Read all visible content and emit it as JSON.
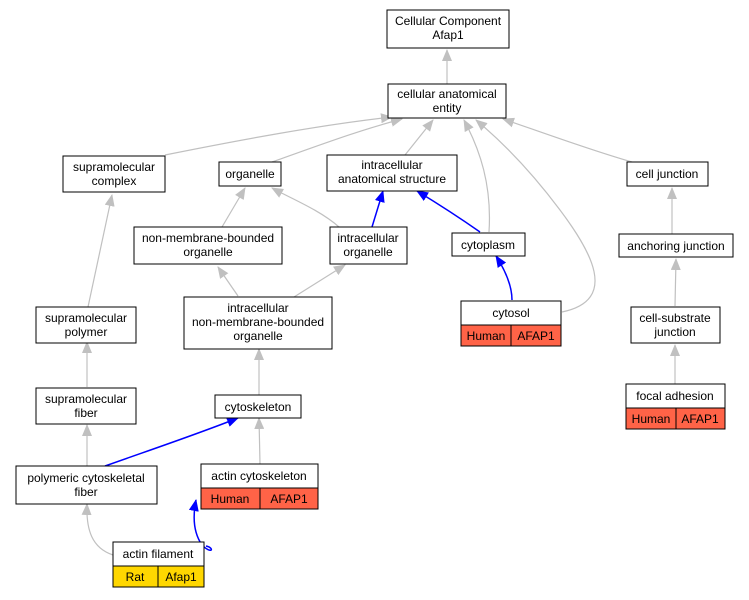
{
  "colors": {
    "edge_default": "#c0c0c0",
    "edge_highlight": "#0000ff",
    "annotation_human": "#ff6347",
    "annotation_rat": "#ffd700",
    "node_border": "#000000",
    "node_fill": "#ffffff"
  },
  "nodes": {
    "root": [
      "Cellular Component",
      "Afap1"
    ],
    "cae": [
      "cellular anatomical",
      "entity"
    ],
    "supcomplex": [
      "supramolecular",
      "complex"
    ],
    "organelle": [
      "organelle"
    ],
    "ias": [
      "intracellular",
      "anatomical structure"
    ],
    "celljunction": [
      "cell junction"
    ],
    "nmbo": [
      "non-membrane-bounded",
      "organelle"
    ],
    "intraorg": [
      "intracellular",
      "organelle"
    ],
    "cytoplasm": [
      "cytoplasm"
    ],
    "anchoring": [
      "anchoring junction"
    ],
    "suppolymer": [
      "supramolecular",
      "polymer"
    ],
    "inmbo": [
      "intracellular",
      "non-membrane-bounded",
      "organelle"
    ],
    "cytosol": [
      "cytosol"
    ],
    "cellsub": [
      "cell-substrate",
      "junction"
    ],
    "supfiber": [
      "supramolecular",
      "fiber"
    ],
    "cytoskeleton": [
      "cytoskeleton"
    ],
    "focal": [
      "focal adhesion"
    ],
    "polycyto": [
      "polymeric cytoskeletal",
      "fiber"
    ],
    "actincyto": [
      "actin cytoskeleton"
    ],
    "actinfil": [
      "actin filament"
    ]
  },
  "annotations": {
    "cytosol": [
      "Human",
      "AFAP1"
    ],
    "focal": [
      "Human",
      "AFAP1"
    ],
    "actincyto": [
      "Human",
      "AFAP1"
    ],
    "actinfil": [
      "Rat",
      "Afap1"
    ]
  }
}
